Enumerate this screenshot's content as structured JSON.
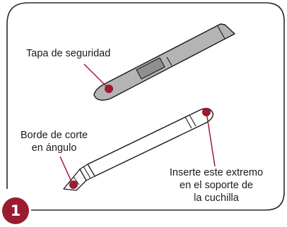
{
  "callouts": {
    "safety_cap": "Tapa de seguridad",
    "cutting_edge": [
      "Borde de corte",
      "en ángulo"
    ],
    "insert_end": [
      "Inserte este extremo",
      "en el soporte de",
      "la cuchilla"
    ]
  },
  "step": {
    "number": "1"
  },
  "colors": {
    "accent": "#9b1b30",
    "outline": "#1a1a1a",
    "frame": "#2a2a2a",
    "cap_fill": "#b4b4b4",
    "cap_band": "#8f8f8f"
  }
}
